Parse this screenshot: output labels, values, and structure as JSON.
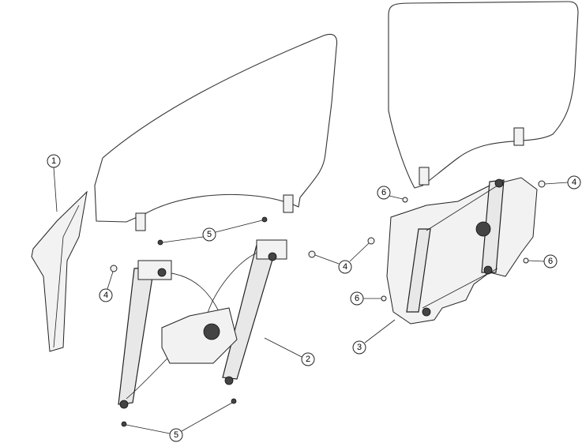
{
  "diagram": {
    "title": "Door window glass and regulator exploded view",
    "callouts": [
      {
        "id": "c1",
        "label": "1"
      },
      {
        "id": "c5a",
        "label": "5"
      },
      {
        "id": "c4a",
        "label": "4"
      },
      {
        "id": "c4b",
        "label": "4"
      },
      {
        "id": "c2",
        "label": "2"
      },
      {
        "id": "c5b",
        "label": "5"
      },
      {
        "id": "c6a",
        "label": "6"
      },
      {
        "id": "c4c",
        "label": "4"
      },
      {
        "id": "c6b",
        "label": "6"
      },
      {
        "id": "c6c",
        "label": "6"
      },
      {
        "id": "c3",
        "label": "3"
      }
    ]
  }
}
